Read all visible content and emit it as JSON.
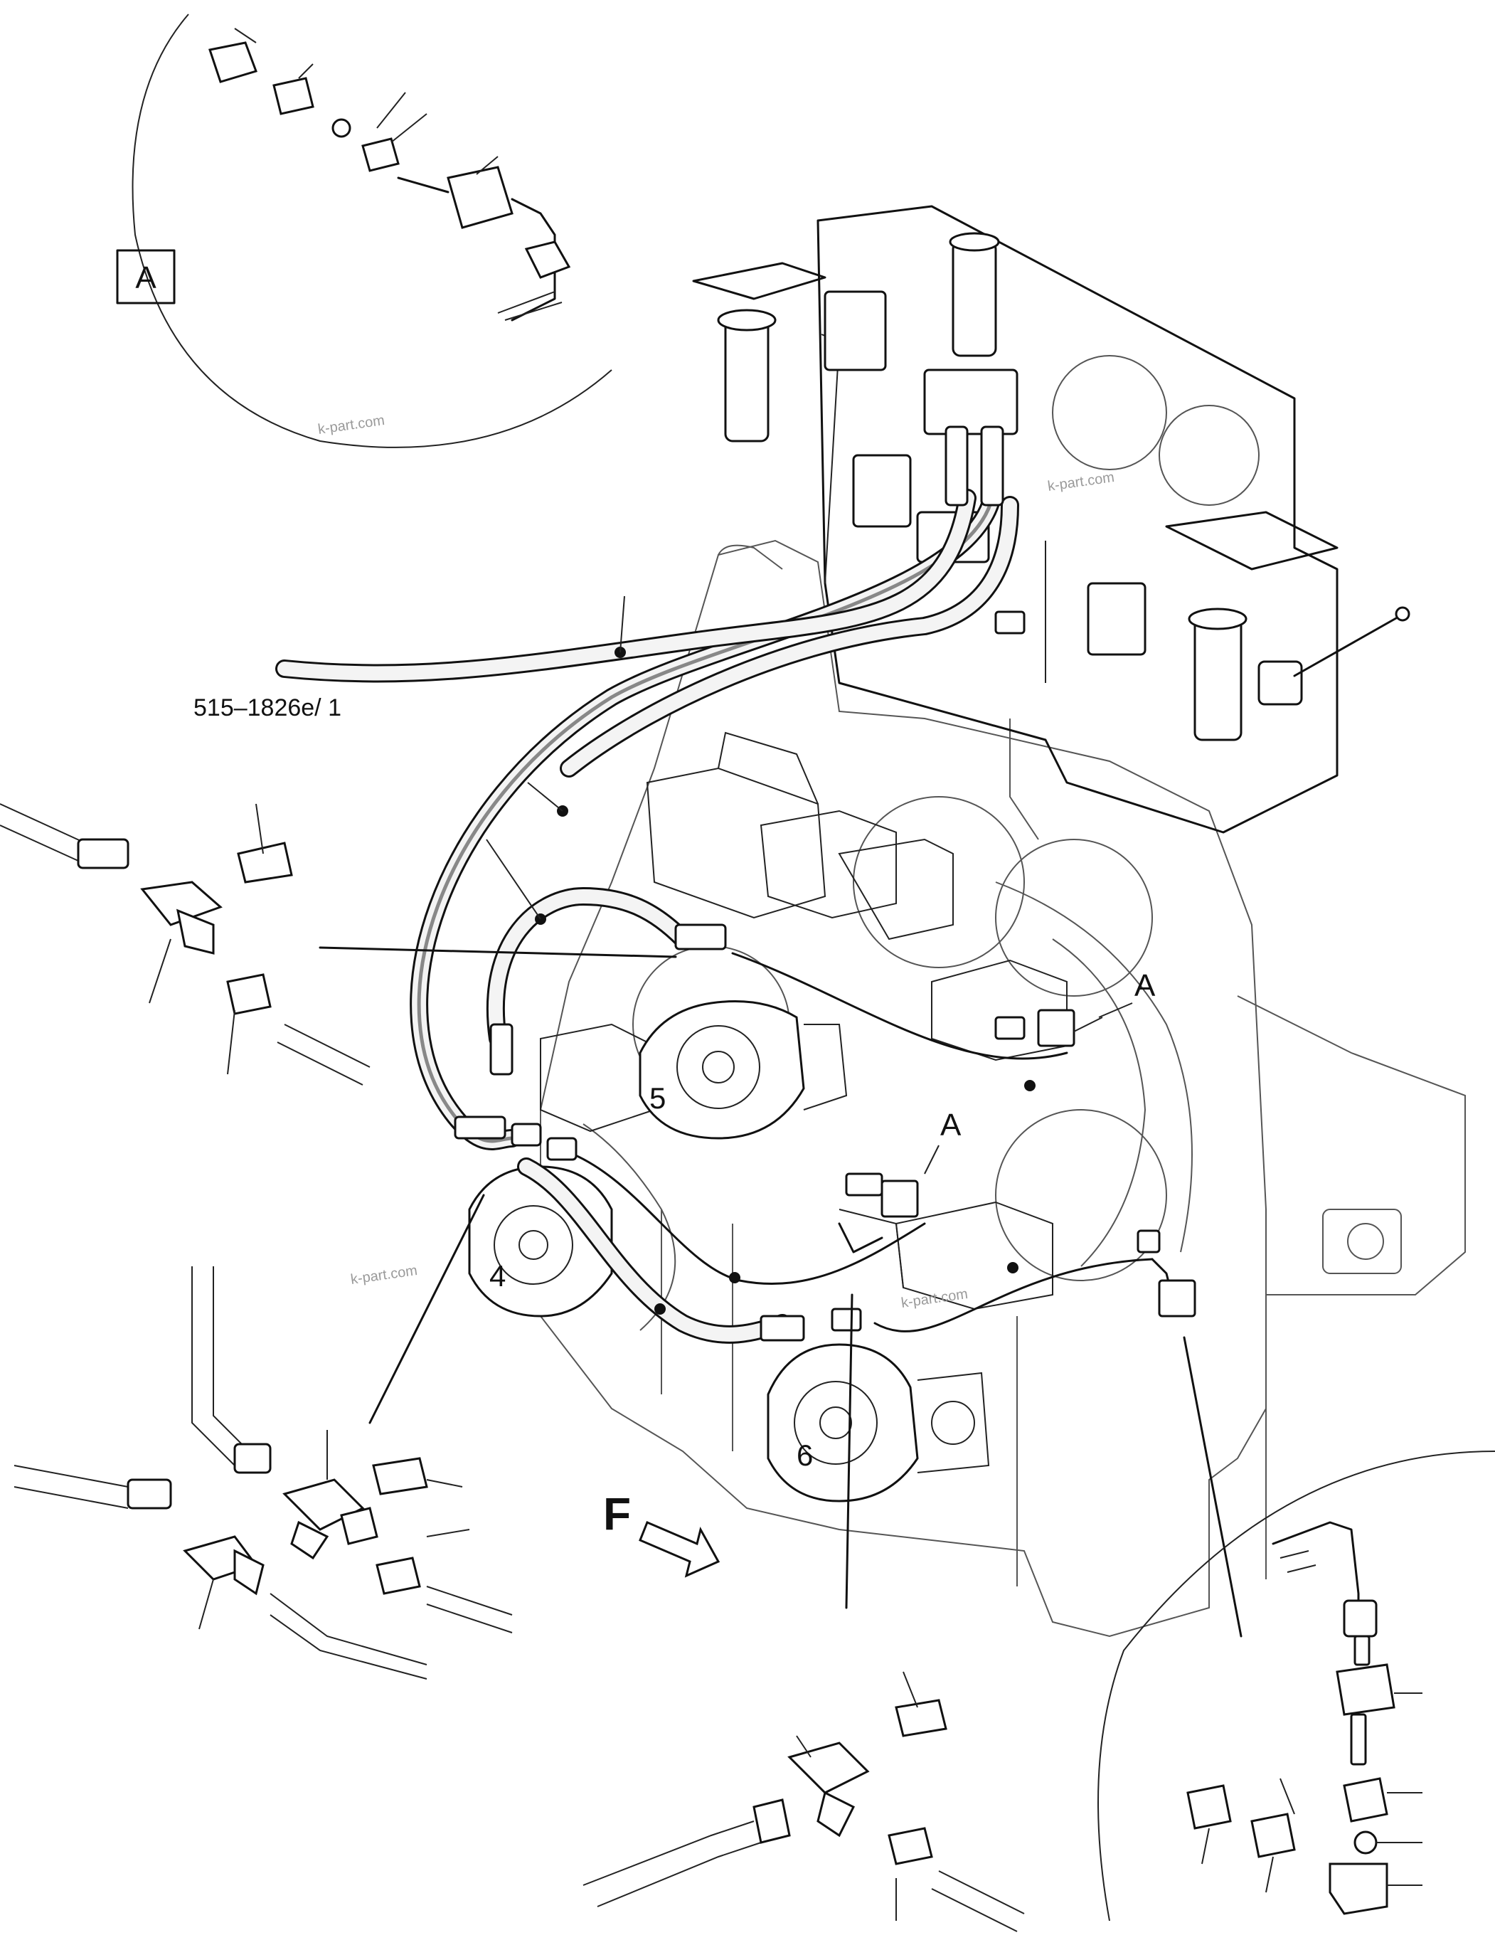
{
  "drawing_code": "515–1826e/ 1",
  "detail_box_label": "A",
  "detail_refs": [
    "A",
    "A"
  ],
  "item_numbers": [
    "4",
    "5",
    "6"
  ],
  "view_direction": "F",
  "watermark": "k-part.com"
}
